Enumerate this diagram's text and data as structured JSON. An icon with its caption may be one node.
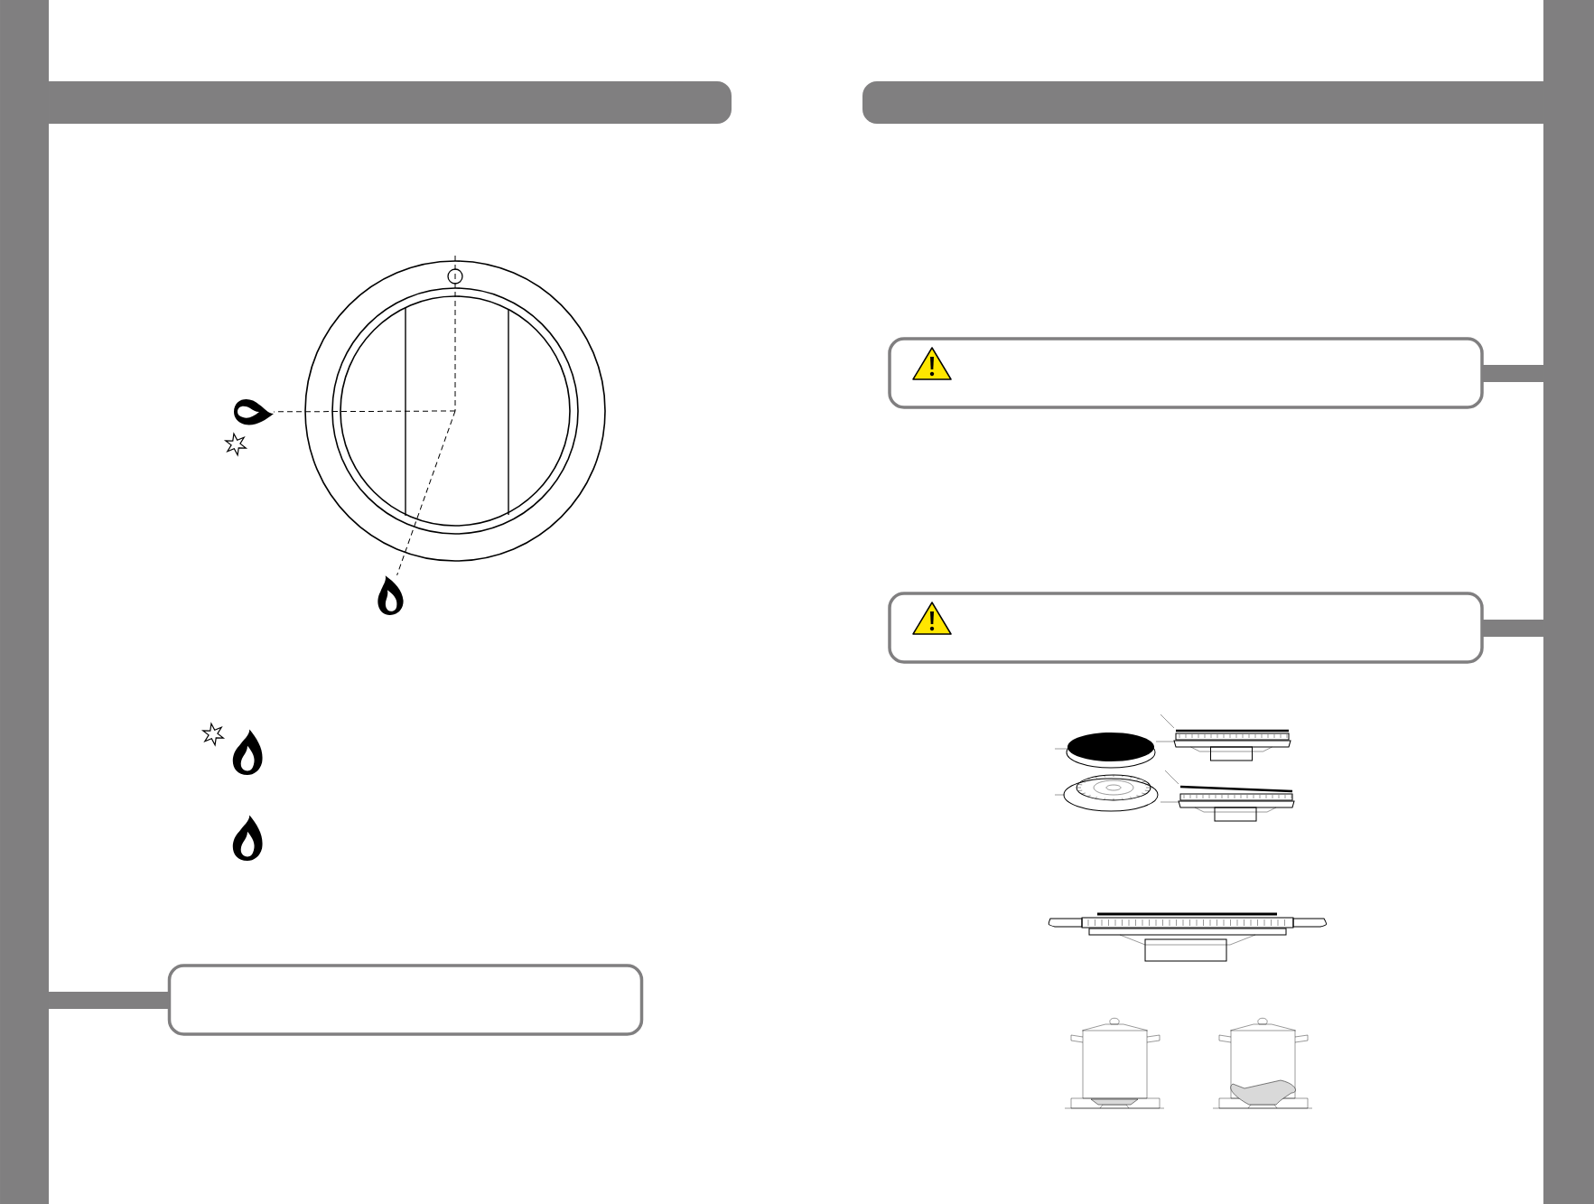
{
  "diagram": {
    "nodes": [
      {
        "text": [],
        "shape": "circle"
      },
      {
        "text": [],
        "shape": "flame"
      },
      {
        "text": [],
        "shape": "flame"
      },
      {
        "text": [],
        "shape": "box"
      },
      {
        "text": [],
        "shape": "box"
      },
      {
        "text": [],
        "shape": "box"
      }
    ],
    "edges": [
      {
        "from": 0,
        "to": 1,
        "arrow": "none",
        "style": "dashed"
      },
      {
        "from": 0,
        "to": 2,
        "arrow": "none",
        "style": "dashed"
      }
    ]
  }
}
